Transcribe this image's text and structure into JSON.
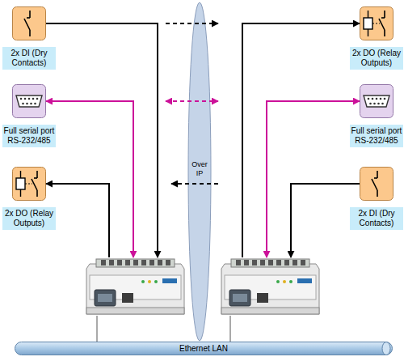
{
  "diagram": {
    "nodes": [
      {
        "text": [
          "2x DI (Dry Contacts)"
        ]
      },
      {
        "text": [
          "Over IP"
        ]
      },
      {
        "text": [
          "2x DO (Relay Outputs)"
        ]
      },
      {
        "text": [
          "Full serial port RS-232/485"
        ]
      },
      {
        "text": [
          "Full serial port RS-232/485"
        ]
      },
      {
        "text": [
          "2x DO (Relay Outputs)"
        ]
      },
      {
        "text": [
          "2x DI (Dry Contacts)"
        ]
      },
      {
        "text": []
      },
      {
        "text": []
      },
      {
        "text": [
          "Ethernet LAN"
        ]
      }
    ],
    "edges": [
      {
        "from": 0,
        "to": 7,
        "arrow": "to"
      },
      {
        "from": 7,
        "to": 3,
        "arrow": "both"
      },
      {
        "from": 7,
        "to": 5,
        "arrow": "to"
      },
      {
        "from": 8,
        "to": 2,
        "arrow": "to"
      },
      {
        "from": 8,
        "to": 4,
        "arrow": "both"
      },
      {
        "from": 6,
        "to": 8,
        "arrow": "to"
      },
      {
        "from": 7,
        "to": 9,
        "arrow": "none"
      },
      {
        "from": 8,
        "to": 9,
        "arrow": "none"
      }
    ]
  }
}
